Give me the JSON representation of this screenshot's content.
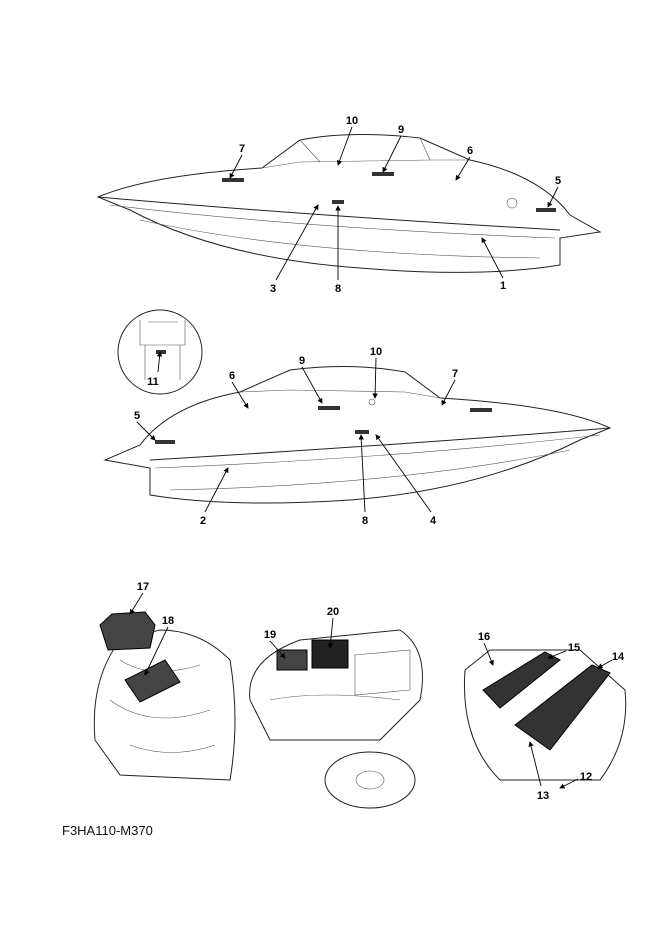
{
  "diagram_code": "F3HA110-M370",
  "views": {
    "starboard_side": {
      "callouts": [
        "10",
        "9",
        "7",
        "6",
        "5",
        "3",
        "8",
        "1"
      ]
    },
    "port_side": {
      "callouts": [
        "11",
        "6",
        "9",
        "10",
        "7",
        "5",
        "2",
        "8",
        "4"
      ]
    },
    "details": {
      "callouts": [
        "17",
        "18",
        "20",
        "19",
        "16",
        "15",
        "14",
        "12",
        "13"
      ]
    }
  }
}
